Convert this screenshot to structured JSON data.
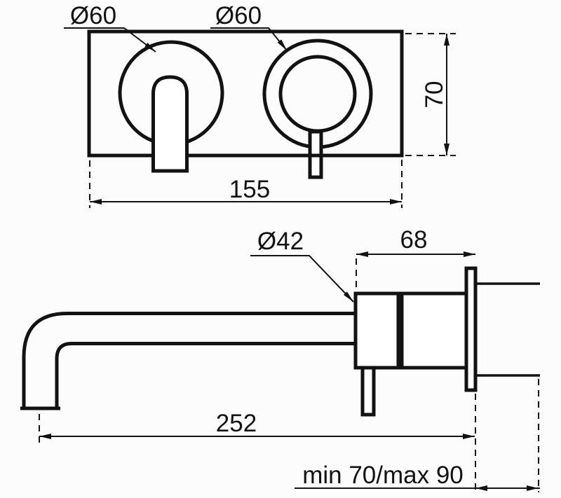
{
  "front_view": {
    "left_handle_diameter_label": "Ø60",
    "right_handle_diameter_label": "Ø60",
    "plate_width_dim": "155",
    "plate_height_dim": "70"
  },
  "side_view": {
    "escutcheon_diameter_label": "Ø42",
    "body_projection_dim": "68",
    "spout_reach_dim": "252",
    "wall_depth_range_dim": "min 70/max 90"
  },
  "colors": {
    "line": "#121212",
    "background": "#fcfcfc"
  }
}
